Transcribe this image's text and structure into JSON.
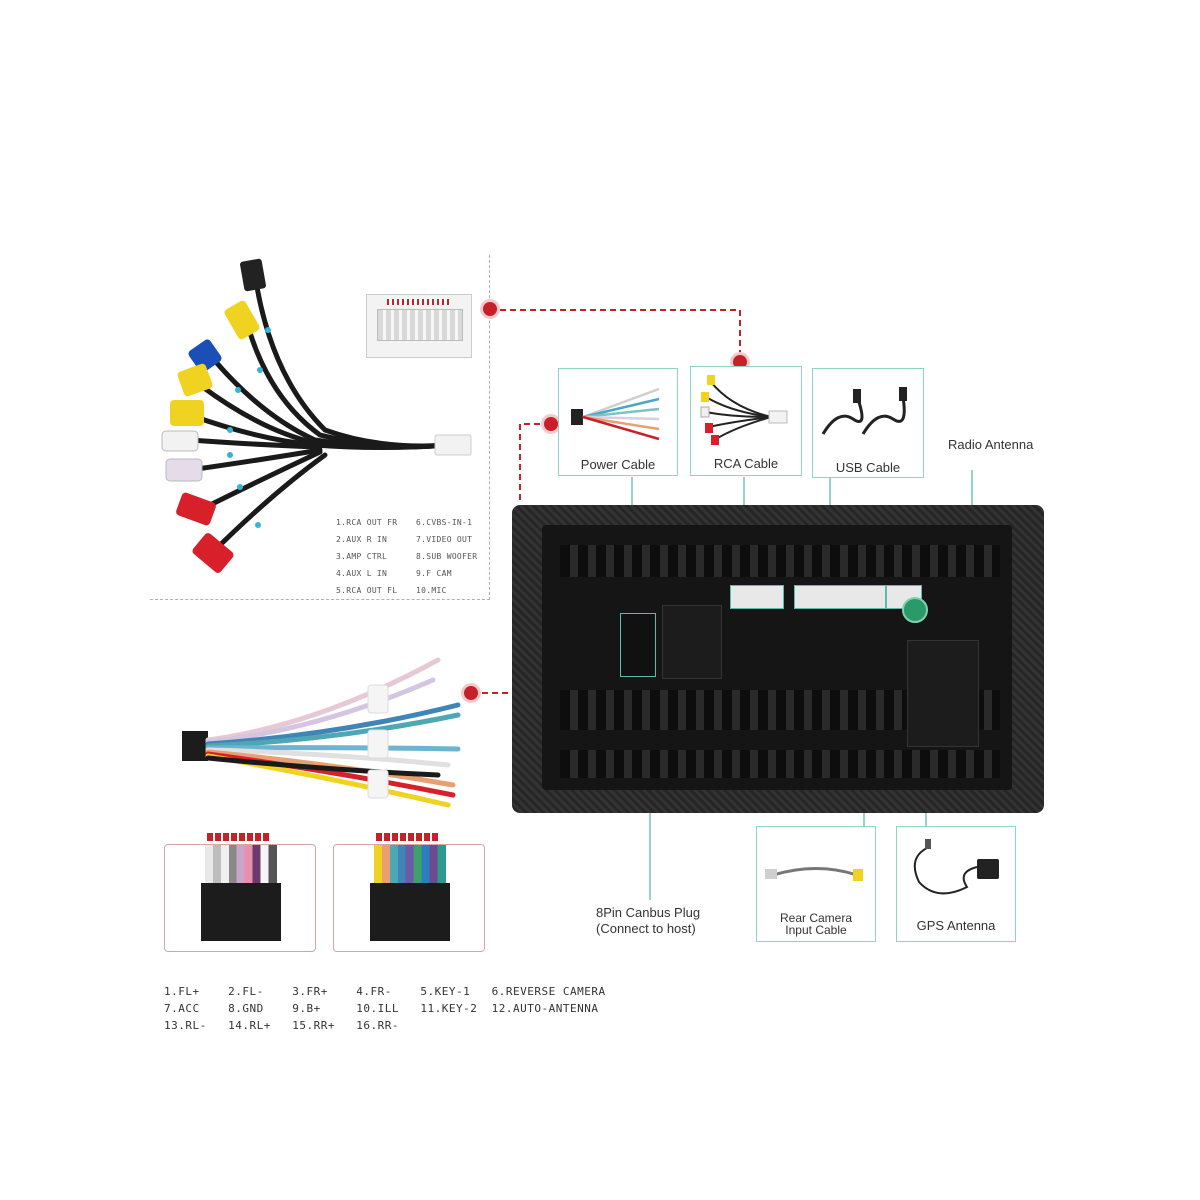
{
  "rca_legend": [
    "1.RCA OUT FR",
    "6.CVBS-IN-1",
    "2.AUX R IN",
    "7.VIDEO OUT",
    "3.AMP CTRL",
    "8.SUB WOOFER",
    "4.AUX L IN",
    "9.F CAM",
    "5.RCA OUT FL",
    "10.MIC"
  ],
  "cable_boxes": {
    "power": "Power Cable",
    "rca": "RCA Cable",
    "usb": "USB Cable",
    "rear_camera_line1": "Rear Camera",
    "rear_camera_line2": "Input Cable",
    "gps": "GPS Antenna"
  },
  "labels": {
    "radio_antenna": "Radio Antenna",
    "canbus_line1": "8Pin Canbus Plug",
    "canbus_line2": "(Connect to host)"
  },
  "pinout": {
    "row1": "1.FL+    2.FL-    3.FR+    4.FR-    5.KEY-1   6.REVERSE CAMERA",
    "row2": "7.ACC    8.GND    9.B+     10.ILL   11.KEY-2  12.AUTO-ANTENNA",
    "row3": "13.RL-   14.RL+   15.RR+   16.RR-"
  },
  "colors": {
    "accent_teal": "#8fd3c7",
    "dot_red": "#c8202a",
    "unit_dark": "#2e2e2e"
  }
}
